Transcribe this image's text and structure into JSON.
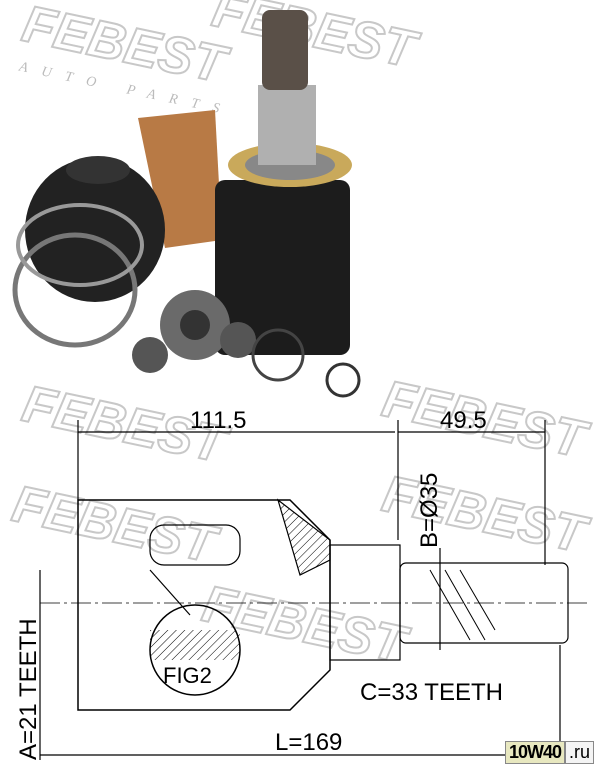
{
  "watermark": {
    "brand": "FEBEST",
    "tagline": "AUTO PARTS"
  },
  "diagram": {
    "dim_housing_length": "111.5",
    "dim_shaft_length": "49.5",
    "dim_shaft_diameter": "B=Ø35",
    "dim_inner_teeth": "A=21 TEETH",
    "dim_outer_teeth": "C=33 TEETH",
    "dim_total_length": "L=169",
    "fig_label": "FIG2"
  },
  "source_badge": {
    "part1": "10W40",
    "part2": ".ru"
  }
}
